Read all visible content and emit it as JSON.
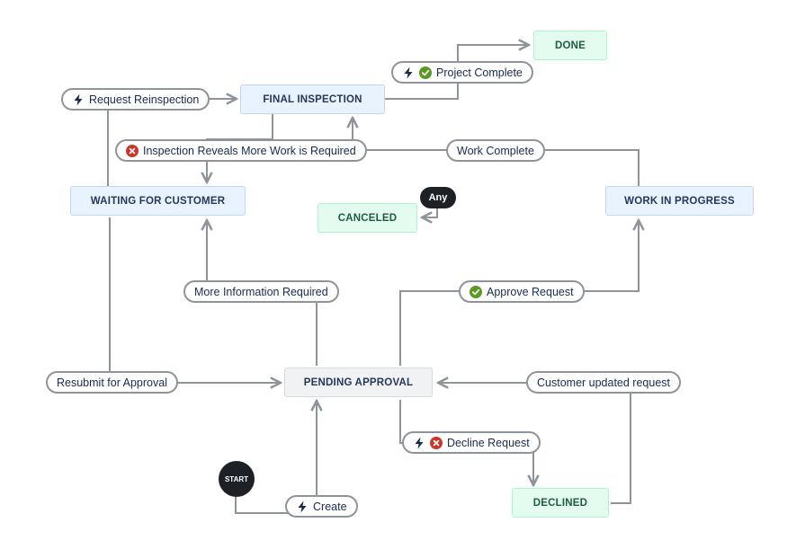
{
  "statuses": {
    "done": "DONE",
    "final_inspection": "FINAL INSPECTION",
    "waiting_for_customer": "WAITING FOR CUSTOMER",
    "canceled": "CANCELED",
    "work_in_progress": "WORK IN PROGRESS",
    "pending_approval": "PENDING APPROVAL",
    "declined": "DECLINED"
  },
  "transitions": {
    "project_complete": "Project Complete",
    "request_reinspection": "Request Reinspection",
    "inspection_reveals_more_work": "Inspection Reveals More Work is Required",
    "work_complete": "Work Complete",
    "more_information_required": "More Information Required",
    "approve_request": "Approve Request",
    "resubmit_for_approval": "Resubmit for Approval",
    "customer_updated_request": "Customer updated request",
    "decline_request": "Decline Request",
    "create": "Create"
  },
  "markers": {
    "start": "START",
    "any": "Any"
  },
  "icons": {
    "trigger": "lightning-bolt-icon",
    "success": "green-check-circle-icon",
    "error": "red-x-circle-icon"
  },
  "colors": {
    "connector": "#8f949b",
    "status_blue_bg": "#e9f2ff",
    "status_green_bg": "#e3fcef",
    "status_grey_bg": "#f1f2f4",
    "success": "#5b9a22",
    "error": "#c9372c",
    "marker": "#1d2125"
  }
}
